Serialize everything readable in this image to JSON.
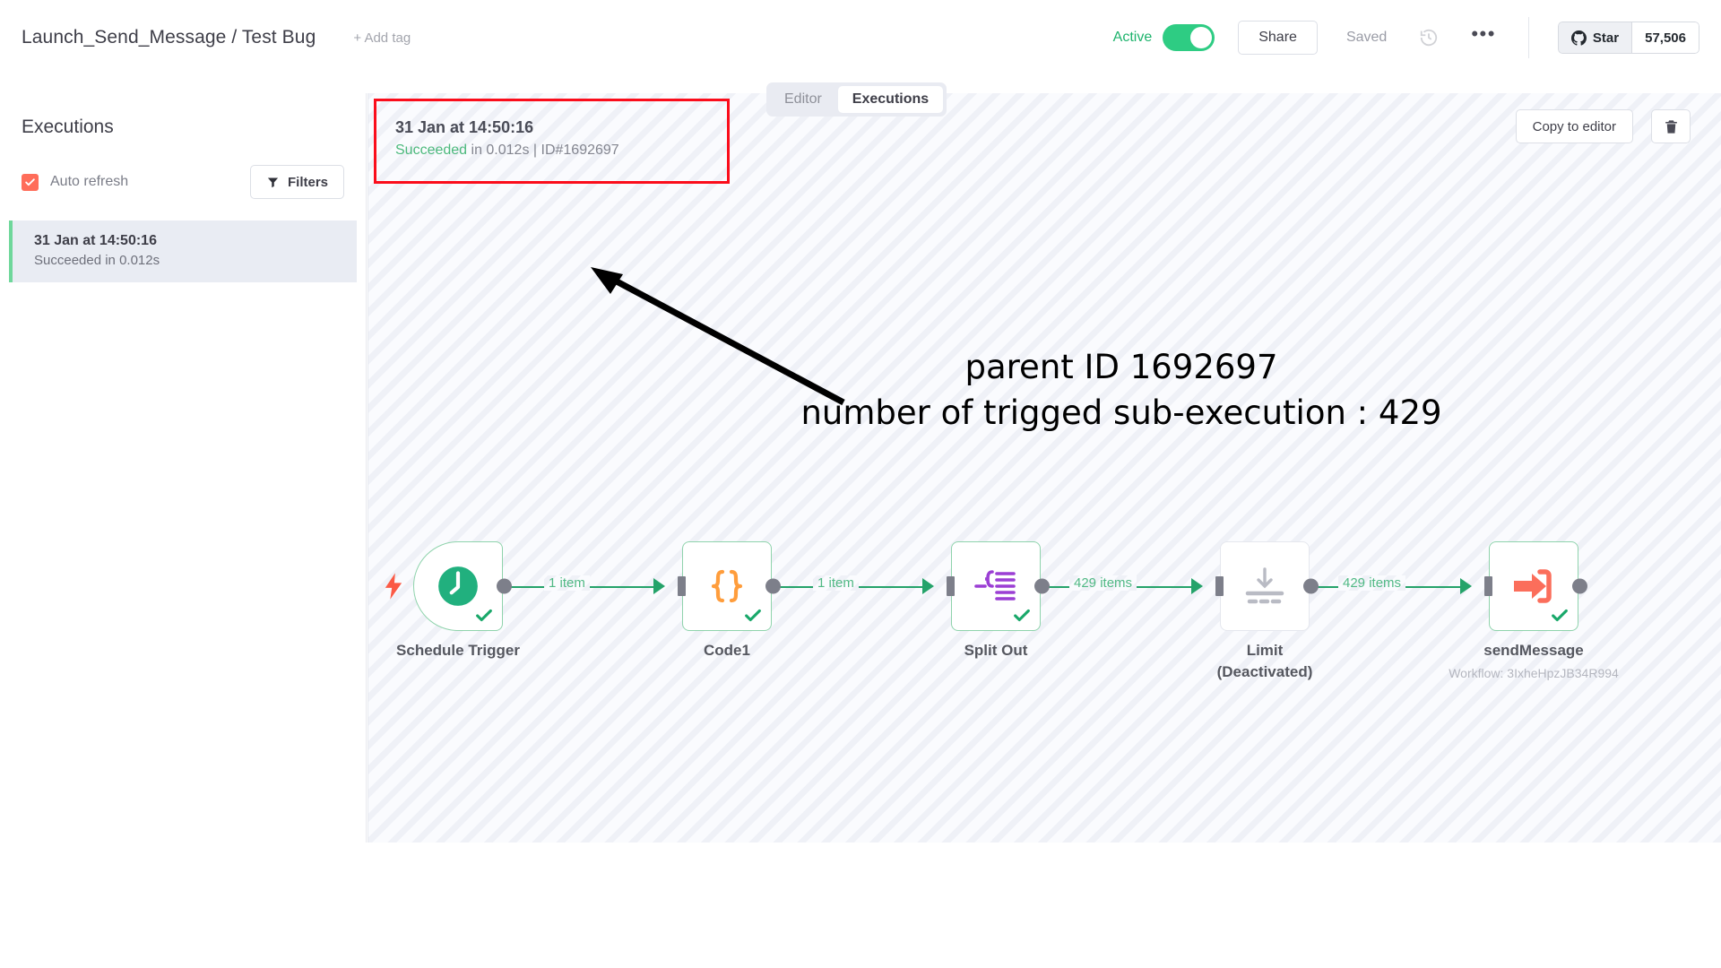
{
  "header": {
    "workflow_title": "Launch_Send_Message / Test Bug",
    "add_tag_label": "+ Add tag",
    "active_label": "Active",
    "active_state": "on",
    "share_label": "Share",
    "saved_label": "Saved",
    "history_icon": "history-clock-icon",
    "more_label": "•••",
    "github_star_label": "Star",
    "github_star_count": "57,506",
    "github_icon": "github-mark-icon"
  },
  "tabs": [
    {
      "label": "Editor",
      "active": false
    },
    {
      "label": "Executions",
      "active": true
    }
  ],
  "sidebar": {
    "heading": "Executions",
    "auto_refresh_label": "Auto refresh",
    "auto_refresh_checked": true,
    "filters_label": "Filters",
    "filters_icon": "funnel-icon",
    "executions": [
      {
        "time": "31 Jan at 14:50:16",
        "status": "Succeeded in 0.012s",
        "selected": true
      }
    ]
  },
  "canvas": {
    "banner": {
      "time": "31 Jan at 14:50:16",
      "status_word": "Succeeded",
      "status_rest": " in 0.012s | ID#1692697"
    },
    "copy_to_editor_label": "Copy to editor",
    "delete_icon": "trash-icon",
    "annotation_line1": "parent ID 1692697",
    "annotation_line2": "number of trigged sub-execution : 429",
    "annotation_color": "#000000",
    "highlight_box_color": "#fb0d1b"
  },
  "workflow": {
    "nodes": [
      {
        "name": "Schedule Trigger",
        "sub": "",
        "icon": "clock-icon",
        "icon_color": "#21b07e",
        "status": "success",
        "deactivated": false,
        "trigger": true
      },
      {
        "name": "Code1",
        "sub": "",
        "icon": "curly-braces-icon",
        "icon_color": "#ff9d3c",
        "status": "success",
        "deactivated": false,
        "trigger": false
      },
      {
        "name": "Split Out",
        "sub": "",
        "icon": "split-out-icon",
        "icon_color": "#9b3fd4",
        "status": "success",
        "deactivated": false,
        "trigger": false
      },
      {
        "name": "Limit",
        "sub": "(Deactivated)",
        "icon": "limit-icon",
        "icon_color": "#b9bbc4",
        "status": "none",
        "deactivated": true,
        "trigger": false
      },
      {
        "name": "sendMessage",
        "sub": "Workflow: 3IxheHpzJB34R994",
        "icon": "execute-workflow-icon",
        "icon_color": "#fb6e5b",
        "status": "success",
        "deactivated": false,
        "trigger": false
      }
    ],
    "connections": [
      {
        "label": "1 item"
      },
      {
        "label": "1 item"
      },
      {
        "label": "429 items"
      },
      {
        "label": "429 items"
      }
    ],
    "connection_color": "#25a36a"
  }
}
